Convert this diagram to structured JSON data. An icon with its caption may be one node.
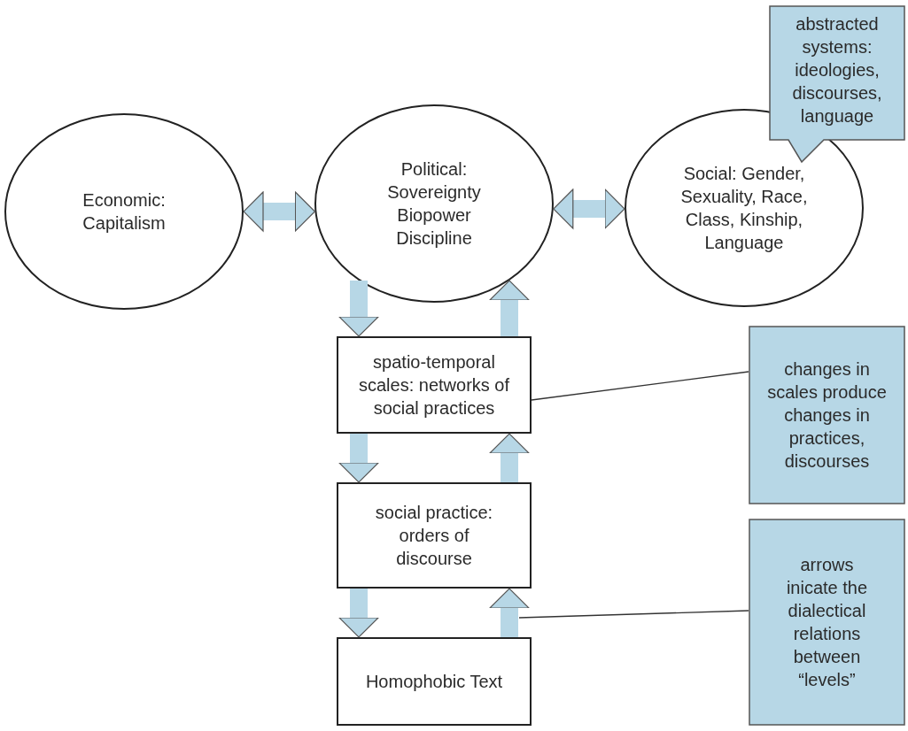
{
  "diagram": {
    "nodes": [
      {
        "text": [
          "Economic: Capitalism"
        ]
      },
      {
        "text": [
          "Political: Sovereignty Biopower Discipline"
        ]
      },
      {
        "text": [
          "Social: Gender, Sexuality, Race, Class, Kinship, Language"
        ]
      },
      {
        "text": [
          "abstracted systems: ideologies, discourses, language"
        ]
      },
      {
        "text": [
          "spatio-temporal scales: networks of social practices"
        ]
      },
      {
        "text": [
          "social practice: orders of discourse"
        ]
      },
      {
        "text": [
          "Homophobic Text"
        ]
      },
      {
        "text": [
          "changes in scales produce changes in practices, discourses"
        ]
      },
      {
        "text": [
          "arrows inicate the dialectical relations between “levels”"
        ]
      }
    ],
    "edges": [
      {
        "from": 0,
        "to": 1,
        "arrow": "both"
      },
      {
        "from": 1,
        "to": 2,
        "arrow": "both"
      },
      {
        "from": 1,
        "to": 4,
        "arrow": "to"
      },
      {
        "from": 4,
        "to": 1,
        "arrow": "to"
      },
      {
        "from": 4,
        "to": 5,
        "arrow": "to"
      },
      {
        "from": 5,
        "to": 4,
        "arrow": "to"
      },
      {
        "from": 5,
        "to": 6,
        "arrow": "to"
      },
      {
        "from": 6,
        "to": 5,
        "arrow": "to"
      },
      {
        "from": 7,
        "to": 4,
        "arrow": "none",
        "color": "#333333"
      },
      {
        "from": 8,
        "to": null,
        "arrow": "none",
        "color": "#333333"
      }
    ]
  }
}
